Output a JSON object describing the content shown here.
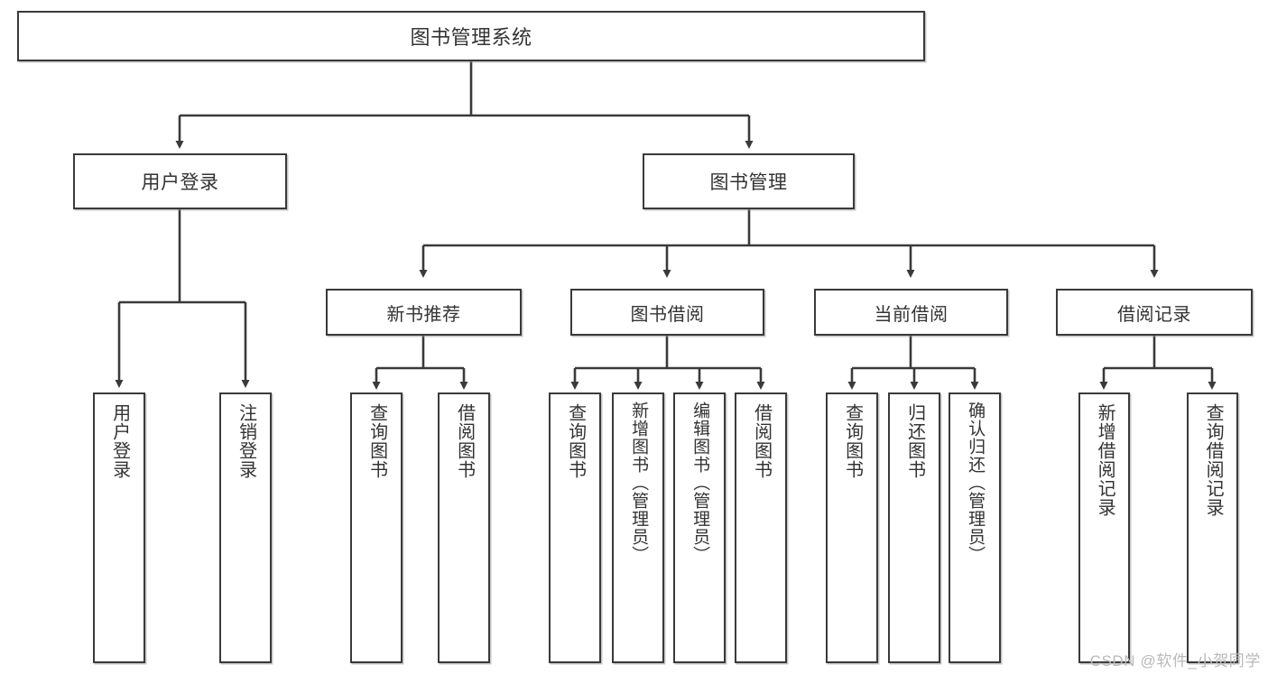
{
  "diagram": {
    "title": "图书管理系统",
    "root": {
      "label": "图书管理系统"
    },
    "level2": [
      {
        "label": "用户登录"
      },
      {
        "label": "图书管理"
      }
    ],
    "level3": [
      {
        "label": "新书推荐"
      },
      {
        "label": "图书借阅"
      },
      {
        "label": "当前借阅"
      },
      {
        "label": "借阅记录"
      }
    ],
    "leaves": [
      {
        "label": "用户登录",
        "parent": "用户登录"
      },
      {
        "label": "注销登录",
        "parent": "用户登录"
      },
      {
        "label": "查询图书",
        "parent": "新书推荐"
      },
      {
        "label": "借阅图书",
        "parent": "新书推荐"
      },
      {
        "label": "查询图书",
        "parent": "图书借阅"
      },
      {
        "label": "新增图书（管理员）",
        "parent": "图书借阅"
      },
      {
        "label": "编辑图书（管理员）",
        "parent": "图书借阅"
      },
      {
        "label": "借阅图书",
        "parent": "图书借阅"
      },
      {
        "label": "查询图书",
        "parent": "当前借阅"
      },
      {
        "label": "归还图书",
        "parent": "当前借阅"
      },
      {
        "label": "确认归还（管理员）",
        "parent": "当前借阅"
      },
      {
        "label": "新增借阅记录",
        "parent": "借阅记录"
      },
      {
        "label": "查询借阅记录",
        "parent": "借阅记录"
      }
    ]
  },
  "watermark": {
    "text": "CSDN @软件_小贺同学"
  },
  "colors": {
    "border": "#3a3a3a",
    "text": "#333333",
    "background": "#ffffff",
    "watermark": "#b9b9b9"
  }
}
